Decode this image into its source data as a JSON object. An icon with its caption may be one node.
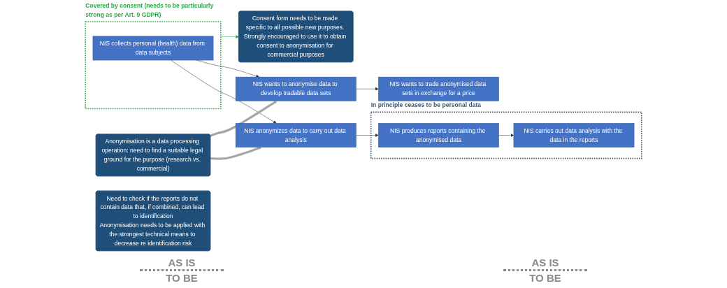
{
  "diagram": {
    "nodes": [
      {
        "text": [
          "Covered by consent (needs to be particularly strong as per Art. 9 GDPR)"
        ]
      },
      {
        "text": [
          "NIS collects personal (health) data from data subjects"
        ],
        "in": 0
      },
      {
        "text": [
          "NIS anonymizes data to carry out data analysis"
        ]
      },
      {
        "text": [
          "In principle ceases to be personal data"
        ]
      },
      {
        "text": [
          "NIS produces reports containing the anonymised data"
        ],
        "in": 3
      },
      {
        "text": [
          "NIS carries out data analysis with the data in the reports"
        ],
        "in": 3
      },
      {
        "text": [
          "Anonymisation is a data processing operation: need to find a suitable legal ground for the purpose (research vs. commercial)"
        ]
      },
      {
        "text": [
          "Need to check if the reports do not contain data that, if combined, can lead to identification",
          "Anonymisation needs to be applied with the strongest technical means to decrease re identification risk"
        ]
      },
      {
        "text": [
          "Consent form needs to be made specific to all possible new purposes. Strongly encouraged to use it to obtain consent to anonymisation for commercial purposes"
        ]
      },
      {
        "text": [
          "NIS wants to anonymise data to develop tradable data sets"
        ]
      },
      {
        "text": [
          "NIS wants to trade anonymised data sets in exchange for a price"
        ]
      }
    ],
    "edges": [
      {
        "from": 1,
        "to": 2,
        "arrow": "to"
      },
      {
        "from": 2,
        "to": 4,
        "arrow": "to"
      },
      {
        "from": 4,
        "to": 5,
        "arrow": "to"
      },
      {
        "from": 6,
        "to": 2,
        "arrow": "to",
        "style": "thick",
        "color": "#a6a6a6"
      },
      {
        "from": 6,
        "to": 9,
        "arrow": "to",
        "style": "thick",
        "color": "#a6a6a6"
      },
      {
        "from": 1,
        "to": 9,
        "arrow": "to"
      },
      {
        "from": 0,
        "to": 8,
        "arrow": "to",
        "color": "#2eaa4a"
      },
      {
        "from": 9,
        "to": 10,
        "arrow": "to"
      }
    ],
    "labels": [
      "AS IS",
      "TO BE",
      "AS IS",
      "TO BE"
    ]
  }
}
